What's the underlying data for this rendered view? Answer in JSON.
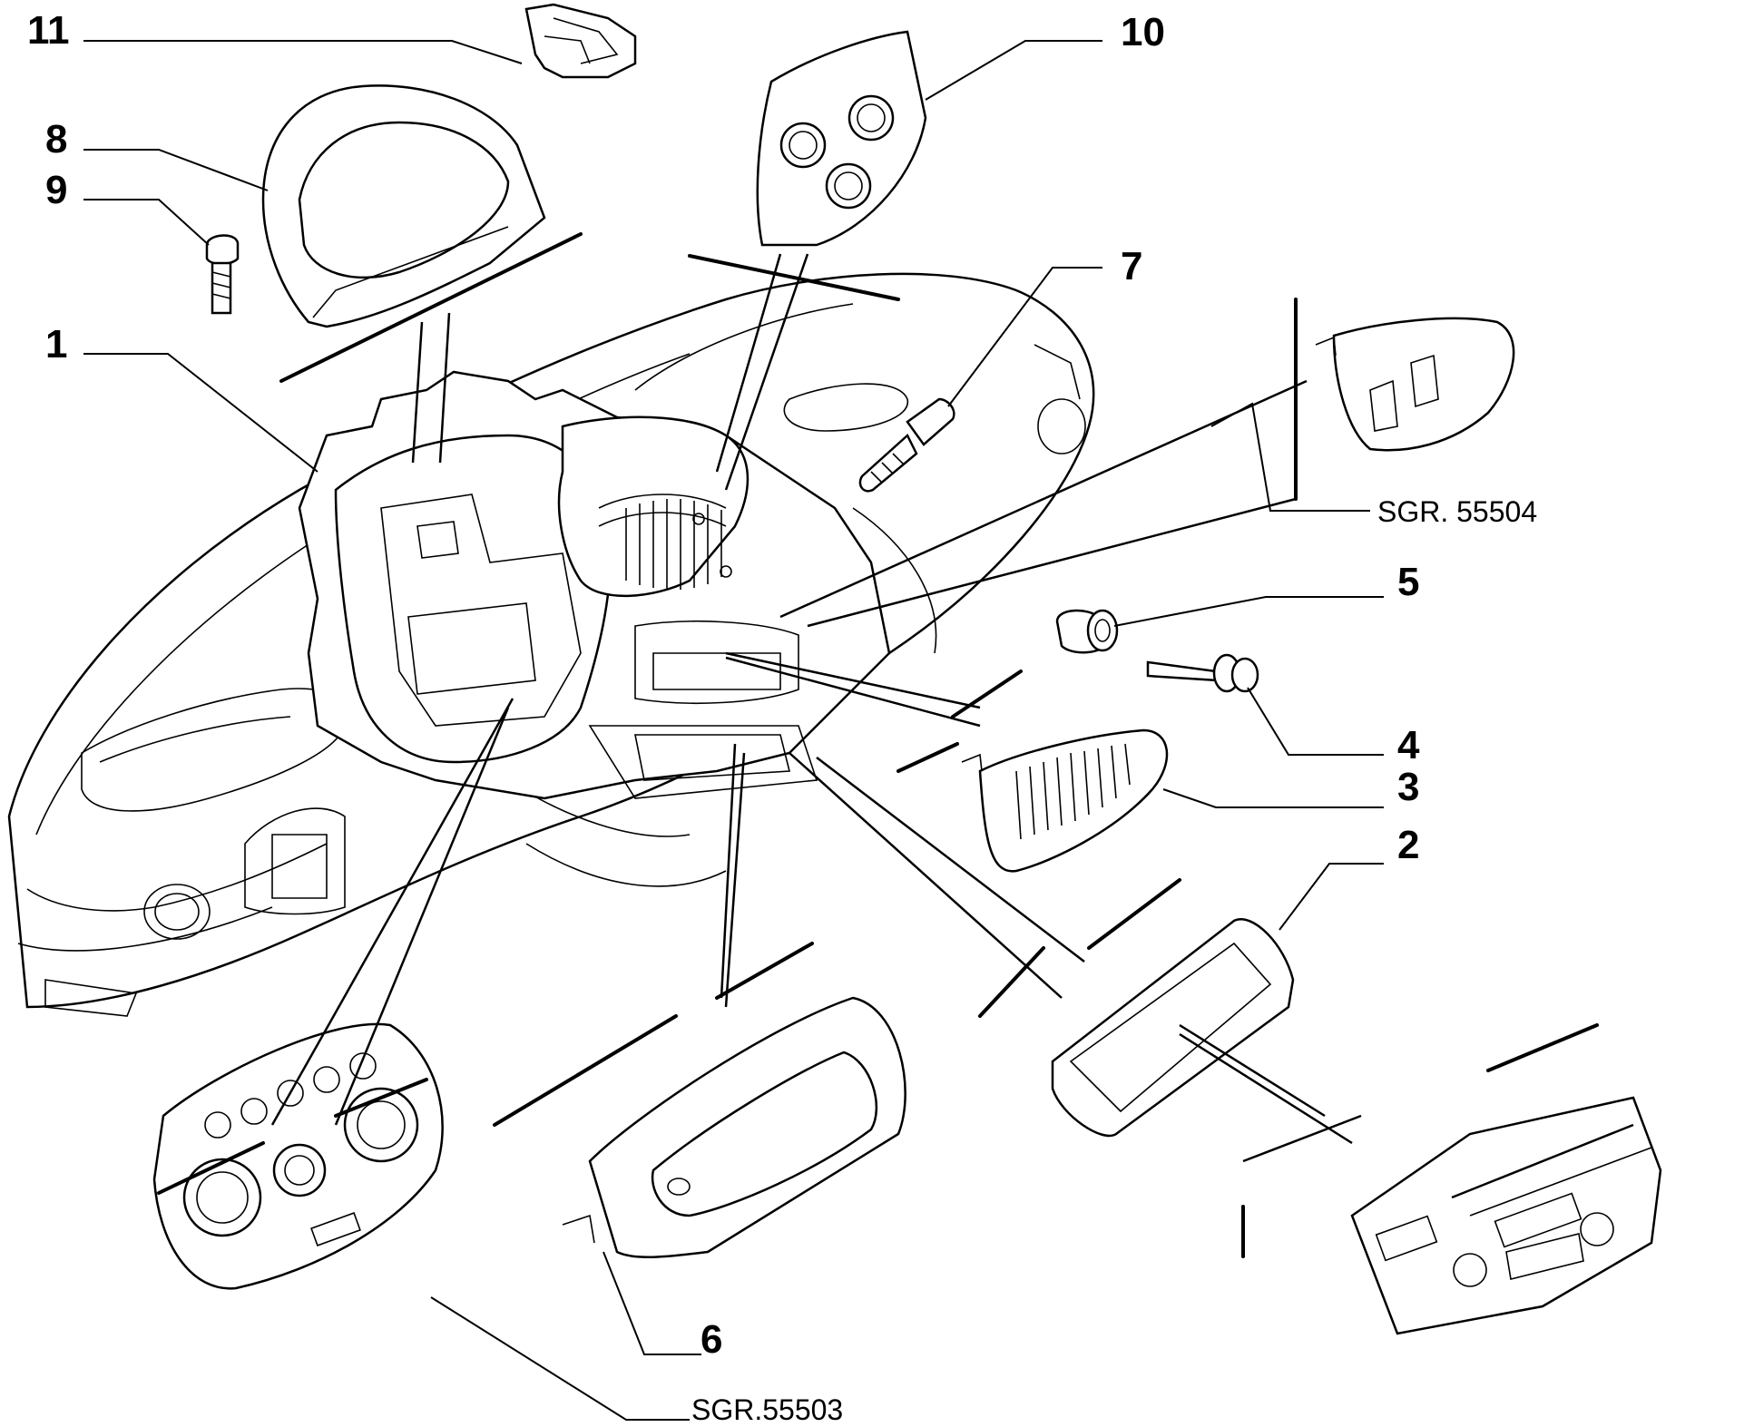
{
  "diagram": {
    "callouts": [
      {
        "id": "c11",
        "text": "11"
      },
      {
        "id": "c8",
        "text": "8"
      },
      {
        "id": "c9",
        "text": "9"
      },
      {
        "id": "c10",
        "text": "10"
      },
      {
        "id": "c7",
        "text": "7"
      },
      {
        "id": "c1",
        "text": "1"
      },
      {
        "id": "c5",
        "text": "5"
      },
      {
        "id": "c4",
        "text": "4"
      },
      {
        "id": "c3",
        "text": "3"
      },
      {
        "id": "c2",
        "text": "2"
      },
      {
        "id": "c6",
        "text": "6"
      }
    ],
    "references": [
      {
        "id": "r55504",
        "text": "SGR. 55504"
      },
      {
        "id": "r55503",
        "text": "SGR.55503"
      }
    ]
  }
}
